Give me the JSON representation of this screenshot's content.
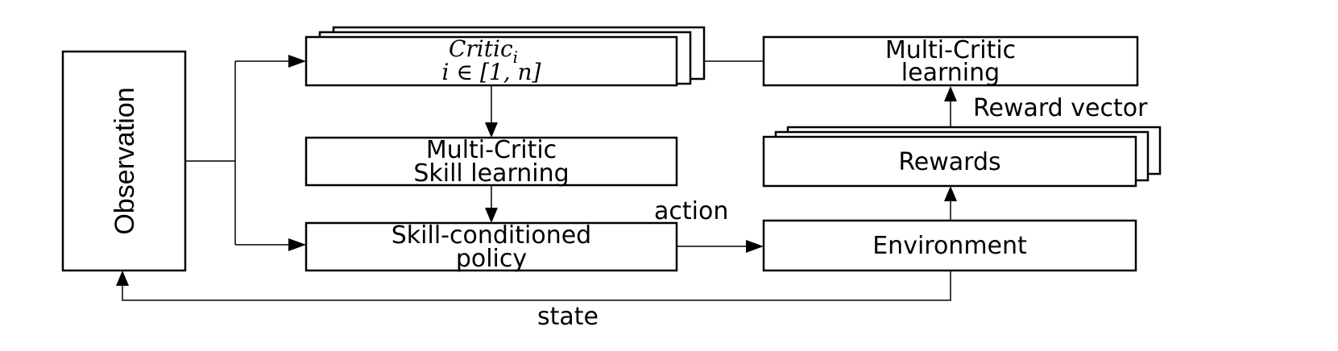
{
  "nodes": {
    "observation": "Observation",
    "critic": {
      "name": "Critic",
      "subscript": "i",
      "range": "i ∈ [1, n]"
    },
    "multi_critic_skill_learning": [
      "Multi-Critic",
      "Skill learning"
    ],
    "skill_conditioned_policy": [
      "Skill-conditioned",
      "policy"
    ],
    "environment": "Environment",
    "rewards": "Rewards",
    "multi_critic_learning": [
      "Multi-Critic",
      "learning"
    ]
  },
  "edge_labels": {
    "action": "action",
    "state": "state",
    "reward_vector": "Reward vector"
  },
  "colors": {
    "line": "#000000",
    "background": "#ffffff"
  }
}
